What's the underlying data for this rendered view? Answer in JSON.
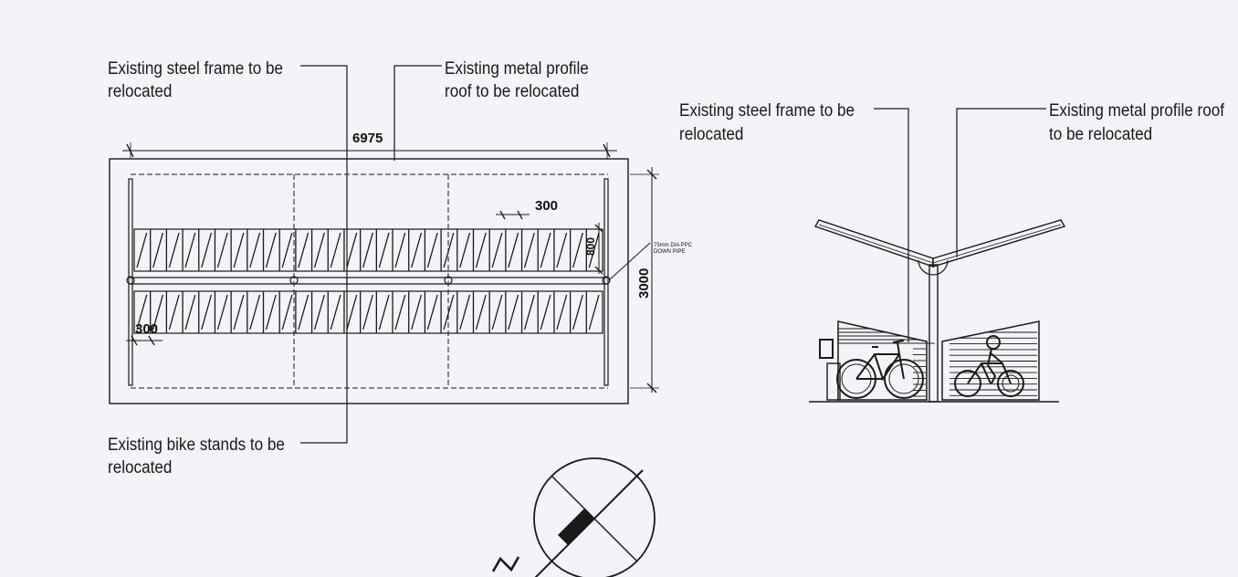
{
  "plan": {
    "label_frame_1": "Existing steel frame to be",
    "label_frame_2": "relocated",
    "label_roof_1": "Existing metal profile",
    "label_roof_2": "roof to be relocated",
    "label_stands_1": "Existing bike stands to be",
    "label_stands_2": "relocated",
    "dim_length": "6975",
    "dim_stand_spacing": "300",
    "dim_stand_depth": "800",
    "dim_width": "3000",
    "dim_end_offset": "300",
    "pipe_note_1": "75mm DIA PPC",
    "pipe_note_2": "DOWN PIPE"
  },
  "elevation": {
    "label_frame_1": "Existing steel frame to be",
    "label_frame_2": "relocated",
    "label_roof_1": "Existing metal profile roof",
    "label_roof_2": "to be relocated"
  },
  "north_arrow": {
    "letter": "N"
  },
  "colors": {
    "paper": "#f3f3f8",
    "ink": "#1a1a1a"
  },
  "icons": [
    "bicycle-icon",
    "cyclist-icon",
    "north-arrow-icon"
  ]
}
